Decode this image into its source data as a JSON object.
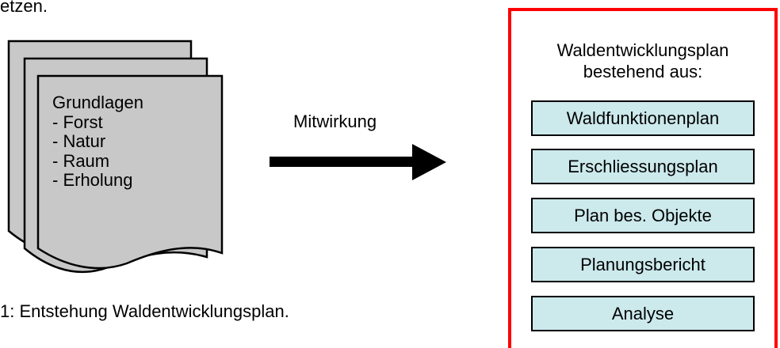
{
  "page": {
    "top_fragment": "etzen."
  },
  "documents": {
    "title": "Grundlagen",
    "items": [
      "- Forst",
      "- Natur",
      "- Raum",
      "- Erholung"
    ]
  },
  "flow": {
    "label": "Mitwirkung"
  },
  "caption": "1: Entstehung Waldentwicklungsplan.",
  "plan": {
    "heading_line1": "Waldentwicklungsplan",
    "heading_line2": "bestehend aus:",
    "items": [
      "Waldfunktionenplan",
      "Erschliessungsplan",
      "Plan bes. Objekte",
      "Planungsbericht",
      "Analyse"
    ],
    "border_color": "#ff0000",
    "box_fill": "#cce9ec"
  },
  "colors": {
    "document_fill": "#c8c8c8"
  }
}
